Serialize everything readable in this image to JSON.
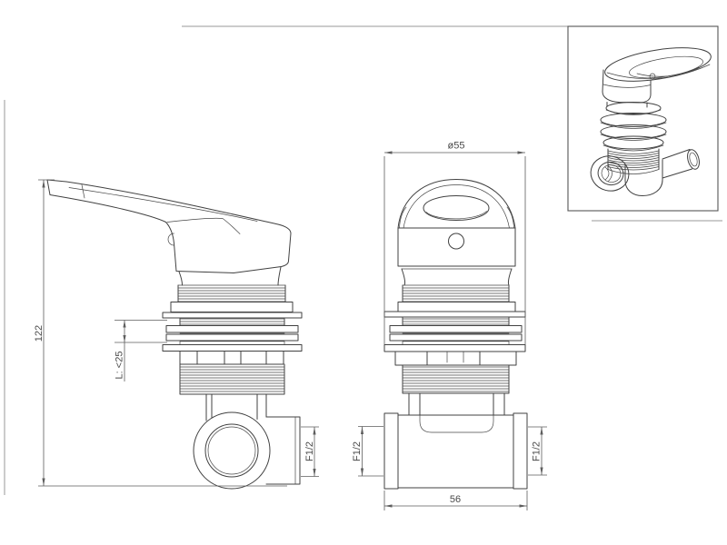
{
  "page": {
    "background": "#ffffff",
    "colors": {
      "geometry_line": "#414141",
      "dimension_line": "#5e5e5e",
      "frame_line": "#9a9a9a",
      "text": "#4a4a4a"
    }
  },
  "side_view": {
    "dim_overall_height": "122",
    "dim_wall_thickness": "L: <25",
    "dim_outlet_thread": "F1/2"
  },
  "front_view": {
    "dim_top_diameter": "ø55",
    "dim_left_thread": "F1/2",
    "dim_right_thread": "F1/2",
    "dim_body_width": "56"
  }
}
